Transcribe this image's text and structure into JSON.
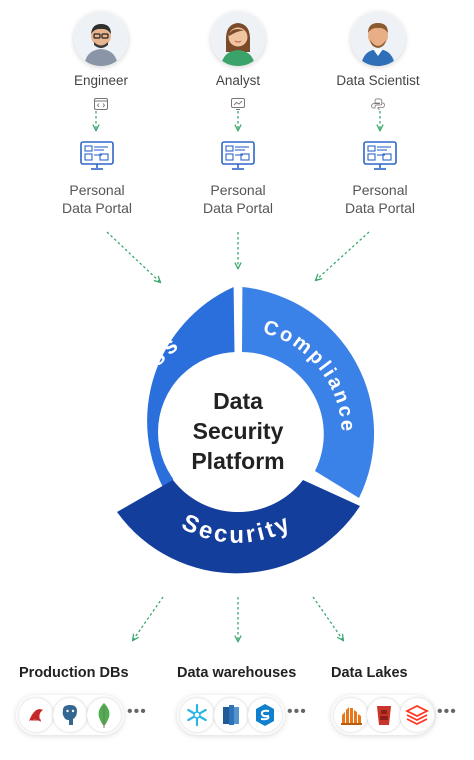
{
  "personas": [
    {
      "role": "Engineer",
      "tool_icon": "code-window-icon",
      "portal_line1": "Personal",
      "portal_line2": "Data Portal"
    },
    {
      "role": "Analyst",
      "tool_icon": "chart-window-icon",
      "portal_line1": "Personal",
      "portal_line2": "Data Portal"
    },
    {
      "role": "Data Scientist",
      "tool_icon": "python-icon",
      "portal_line1": "Personal",
      "portal_line2": "Data Portal"
    }
  ],
  "platform": {
    "center_line1": "Data",
    "center_line2": "Security",
    "center_line3": "Platform",
    "segments": {
      "access": "Access",
      "compliance": "Compliance",
      "security": "Security"
    }
  },
  "destinations": [
    {
      "title": "Production DBs",
      "logos": [
        "sqlserver-icon",
        "postgresql-icon",
        "mongodb-icon"
      ],
      "more": "•••"
    },
    {
      "title": "Data warehouses",
      "logos": [
        "snowflake-icon",
        "redshift-icon",
        "synapse-icon"
      ],
      "more": "•••"
    },
    {
      "title": "Data Lakes",
      "logos": [
        "athena-icon",
        "s3-icon",
        "databricks-icon"
      ],
      "more": "•••"
    }
  ],
  "colors": {
    "access": "#2a6fdb",
    "compliance": "#3b82e8",
    "security": "#133e9c",
    "arrow": "#3aa76d",
    "portal_icon": "#2f66c9"
  }
}
